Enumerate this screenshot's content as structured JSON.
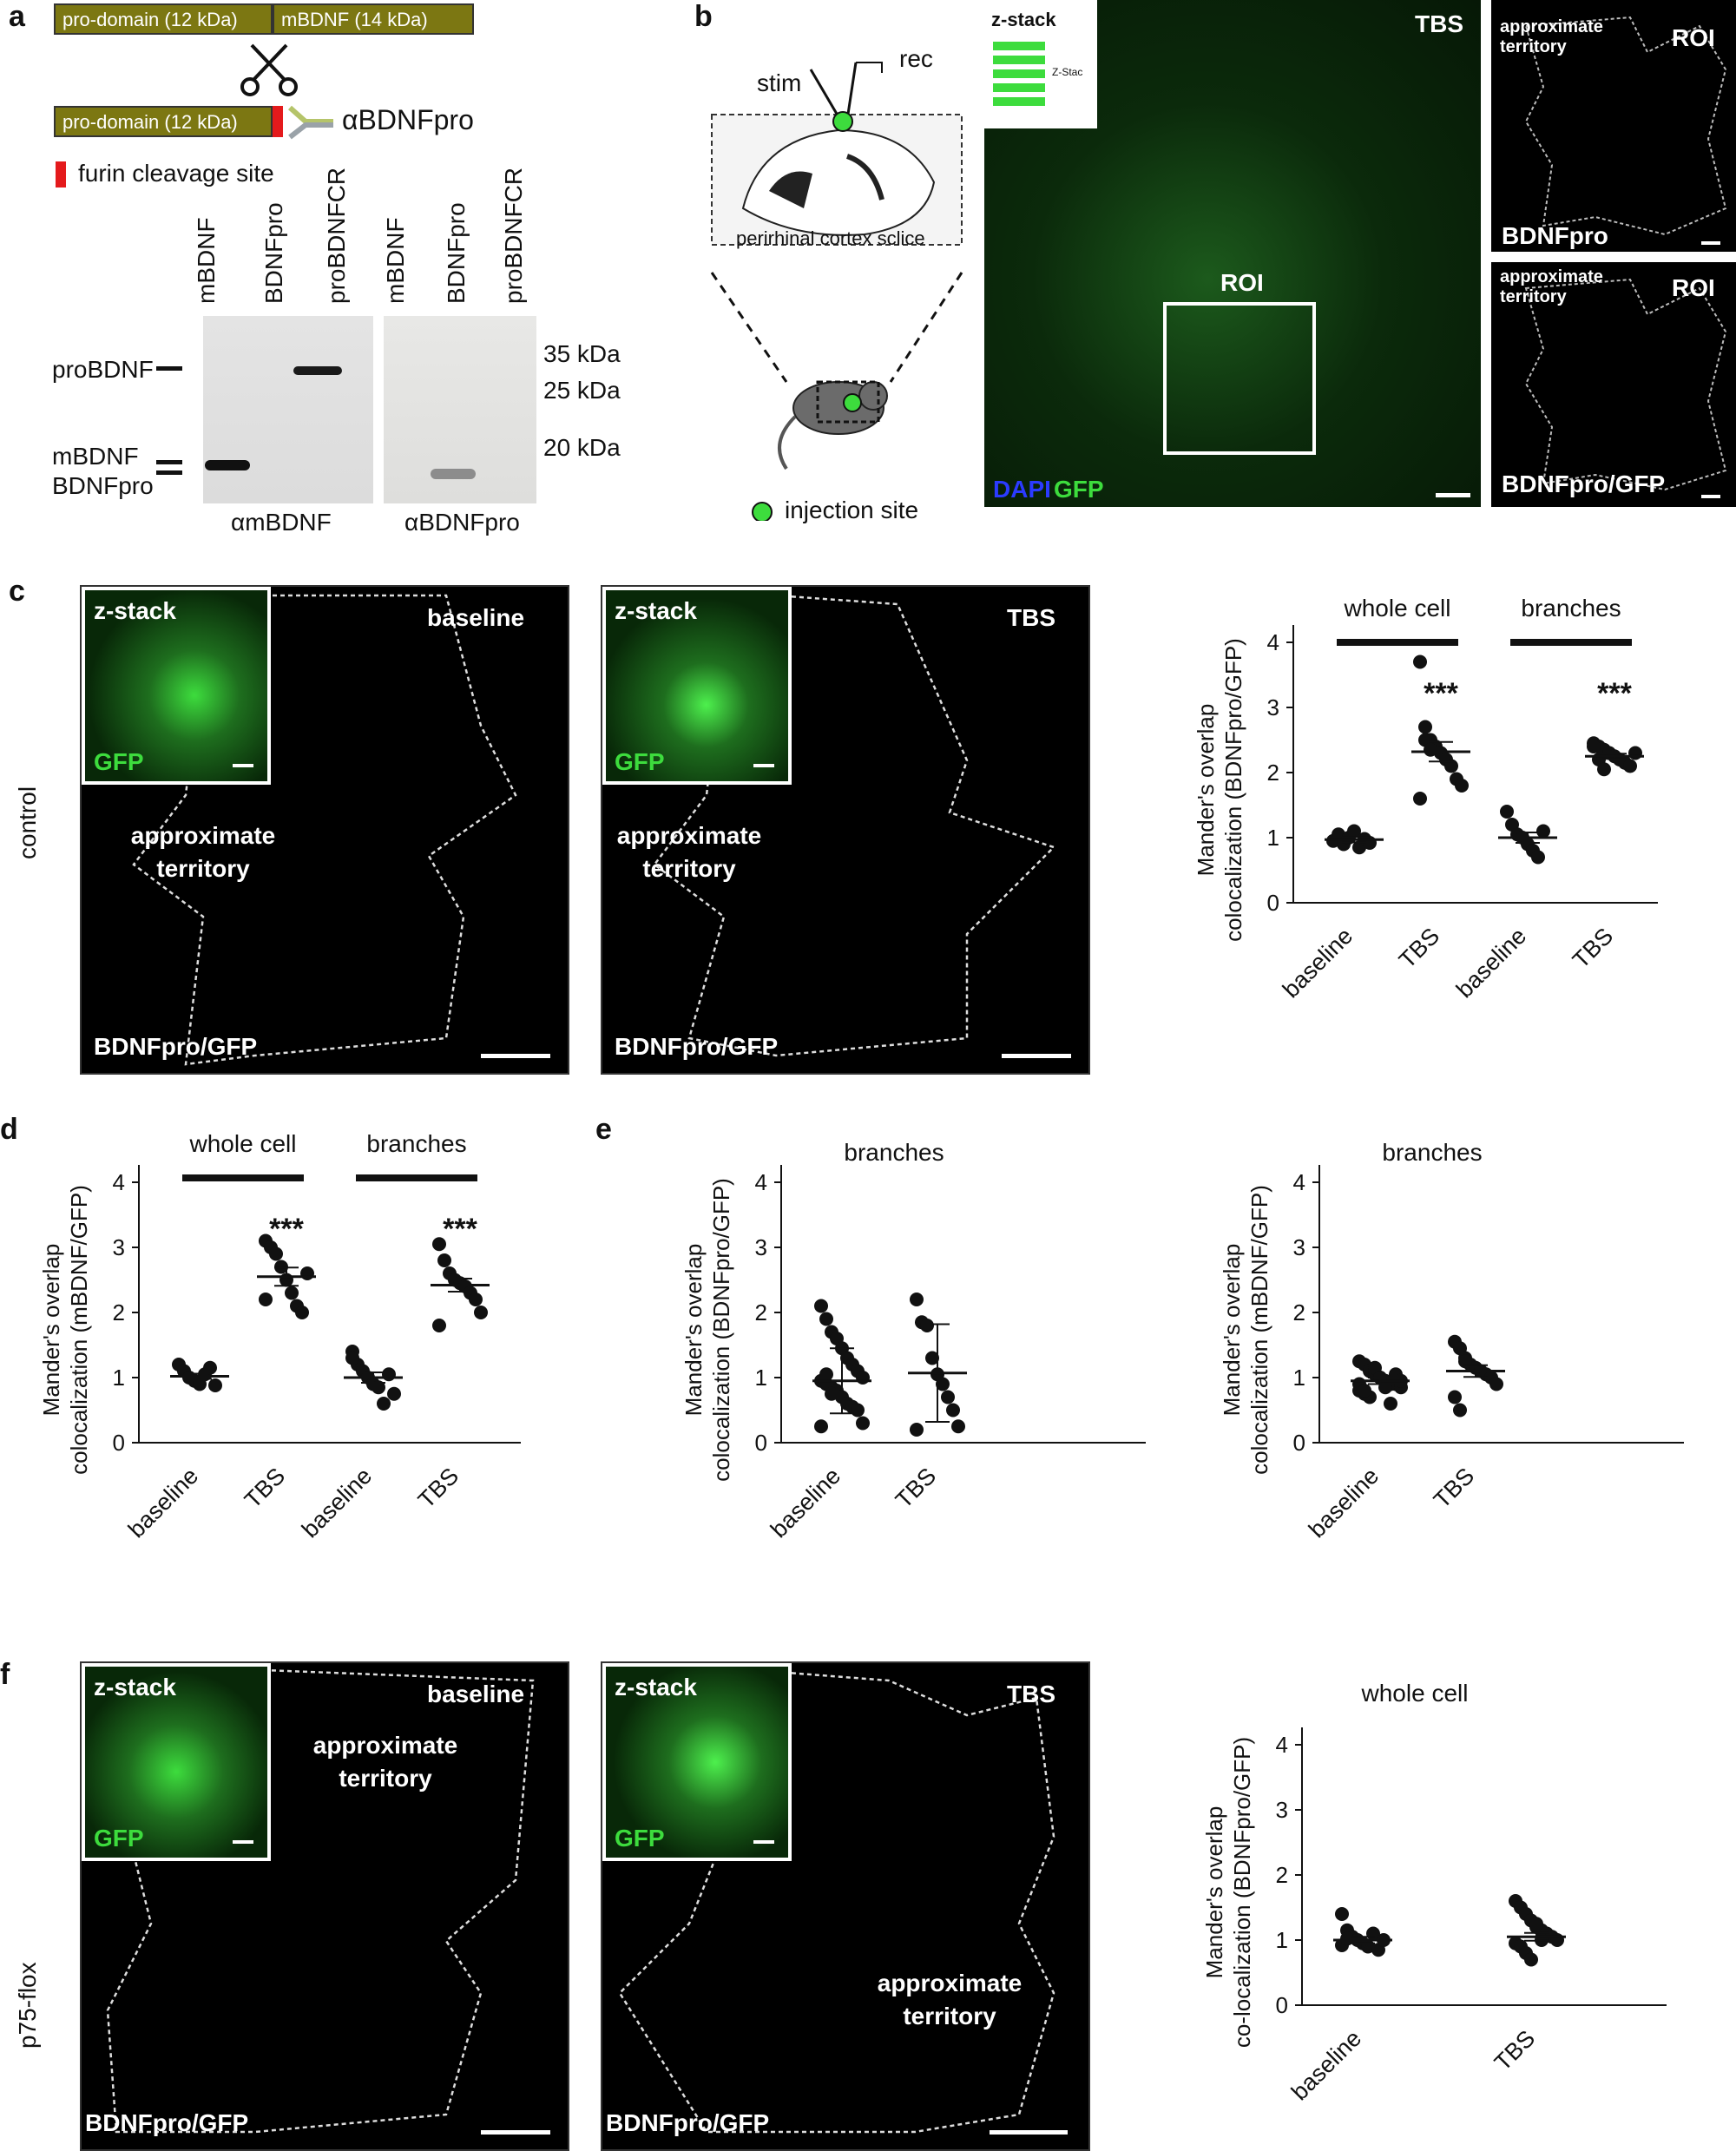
{
  "panel_labels": {
    "a": "a",
    "b": "b",
    "c": "c",
    "d": "d",
    "e": "e",
    "f": "f"
  },
  "panel_a": {
    "prodomain1": "pro-domain (12 kDa)",
    "mbdnf_domain": "mBDNF (14 kDa)",
    "prodomain2": "pro-domain (12 kDa)",
    "antibody": "αBDNFpro",
    "furin_legend": "furin cleavage site",
    "lanes": [
      "mBDNF",
      "BDNFpro",
      "proBDNFCR",
      "mBDNF",
      "BDNFpro",
      "proBDNFCR"
    ],
    "row_labels": [
      "proBDNF",
      "mBDNF",
      "BDNFpro"
    ],
    "markers": [
      "35 kDa",
      "25 kDa",
      "20 kDa"
    ],
    "blot_labels": [
      "αmBDNF",
      "αBDNFpro"
    ],
    "colors": {
      "domain": "#7c7712",
      "furin": "#e41a1c"
    }
  },
  "panel_b": {
    "stim": "stim",
    "rec": "rec",
    "slice_label": "perirhinal cortex sclice",
    "injection": "injection site",
    "zstack": "z-stack",
    "zstack_small": "Z-Stac",
    "tbs": "TBS",
    "roi": "ROI",
    "dapi": "DAPI",
    "gfp": "GFP",
    "approx": "approximate territory",
    "bdnfpro": "BDNFpro",
    "bdnfpro_gfp": "BDNFpro/GFP"
  },
  "panel_c": {
    "side_label": "control",
    "img1": {
      "zstack": "z-stack",
      "gfp": "GFP",
      "cond": "baseline",
      "approx": "approximate territory",
      "channel": "BDNFpro/GFP"
    },
    "img2": {
      "zstack": "z-stack",
      "gfp": "GFP",
      "cond": "TBS",
      "approx": "approximate territory",
      "channel": "BDNFpro/GFP"
    }
  },
  "panel_f": {
    "side_label": "p75-flox",
    "img1": {
      "zstack": "z-stack",
      "gfp": "GFP",
      "cond": "baseline",
      "approx": "approximate territory",
      "channel": "BDNFpro/GFP"
    },
    "img2": {
      "zstack": "z-stack",
      "gfp": "GFP",
      "cond": "TBS",
      "approx": "approximate territory",
      "channel": "BDNFpro/GFP"
    }
  },
  "chart_data": [
    {
      "id": "c",
      "type": "scatter",
      "ylabel": [
        "Mander's overlap",
        "colocalization (BDNFpro/GFP)"
      ],
      "ylim": [
        0,
        4
      ],
      "yticks": [
        0,
        1,
        2,
        3,
        4
      ],
      "categories": [
        "baseline",
        "TBS",
        "baseline",
        "TBS"
      ],
      "groups": [
        {
          "label": "whole cell",
          "span": [
            0,
            1
          ]
        },
        {
          "label": "branches",
          "span": [
            2,
            3
          ]
        }
      ],
      "significance": [
        "",
        "***",
        "",
        "***"
      ],
      "means": [
        0.97,
        2.32,
        1.0,
        2.25
      ],
      "points": [
        [
          0.95,
          1.05,
          0.9,
          1.0,
          1.1,
          0.85,
          0.98,
          0.92
        ],
        [
          3.7,
          2.7,
          2.5,
          2.4,
          2.3,
          2.2,
          2.1,
          1.9,
          1.8,
          1.6,
          2.5,
          2.35
        ],
        [
          1.4,
          1.2,
          1.05,
          1.0,
          0.9,
          0.8,
          0.7,
          1.1
        ],
        [
          2.45,
          2.4,
          2.35,
          2.3,
          2.25,
          2.2,
          2.15,
          2.1,
          2.3,
          2.4,
          2.2,
          2.05
        ]
      ],
      "err": [
        0.04,
        0.15,
        0.08,
        0.04
      ]
    },
    {
      "id": "d",
      "type": "scatter",
      "ylabel": [
        "Mander's overlap",
        "colocalization (mBDNF/GFP)"
      ],
      "ylim": [
        0,
        4
      ],
      "yticks": [
        0,
        1,
        2,
        3,
        4
      ],
      "categories": [
        "baseline",
        "TBS",
        "baseline",
        "TBS"
      ],
      "groups": [
        {
          "label": "whole cell",
          "span": [
            0,
            1
          ]
        },
        {
          "label": "branches",
          "span": [
            2,
            3
          ]
        }
      ],
      "significance": [
        "",
        "***",
        "",
        "***"
      ],
      "means": [
        1.02,
        2.55,
        1.0,
        2.42
      ],
      "points": [
        [
          1.2,
          1.1,
          1.0,
          0.95,
          0.9,
          1.05,
          1.15,
          0.88
        ],
        [
          3.1,
          3.0,
          2.9,
          2.7,
          2.5,
          2.3,
          2.1,
          2.0,
          2.6,
          2.2
        ],
        [
          1.4,
          1.2,
          1.1,
          1.0,
          0.9,
          0.85,
          0.6,
          1.05,
          0.75,
          1.3
        ],
        [
          3.05,
          2.8,
          2.6,
          2.5,
          2.45,
          2.4,
          2.3,
          2.2,
          2.0,
          1.8
        ]
      ],
      "err": [
        0.04,
        0.14,
        0.08,
        0.1
      ]
    },
    {
      "id": "e1",
      "type": "scatter",
      "ylabel": [
        "Mander's overlap",
        "colocalization (BDNFpro/GFP)"
      ],
      "title": "branches",
      "ylim": [
        0,
        4
      ],
      "yticks": [
        0,
        1,
        2,
        3,
        4
      ],
      "categories": [
        "baseline",
        "TBS"
      ],
      "means": [
        0.95,
        1.07
      ],
      "points": [
        [
          2.1,
          1.9,
          1.7,
          1.6,
          1.45,
          1.3,
          1.2,
          1.1,
          1.0,
          0.95,
          0.9,
          0.85,
          0.8,
          0.7,
          0.6,
          0.55,
          0.5,
          0.3,
          0.25,
          1.05,
          0.75
        ],
        [
          2.2,
          1.85,
          1.8,
          1.3,
          1.05,
          0.9,
          0.7,
          0.5,
          0.25,
          0.2
        ]
      ],
      "err": [
        0.5,
        0.75
      ]
    },
    {
      "id": "e2",
      "type": "scatter",
      "ylabel": [
        "Mander's overlap",
        "colocalization (mBDNF/GFP)"
      ],
      "title": "branches",
      "ylim": [
        0,
        4
      ],
      "yticks": [
        0,
        1,
        2,
        3,
        4
      ],
      "categories": [
        "baseline",
        "TBS"
      ],
      "means": [
        0.95,
        1.1
      ],
      "points": [
        [
          1.25,
          1.2,
          1.1,
          1.05,
          1.0,
          0.95,
          0.9,
          0.9,
          0.85,
          0.8,
          0.75,
          0.7,
          1.15,
          1.0,
          0.85,
          0.6,
          1.05,
          0.95,
          0.9,
          0.8
        ],
        [
          1.55,
          1.45,
          1.3,
          1.2,
          1.15,
          1.1,
          1.05,
          1.0,
          0.9,
          0.7,
          0.5,
          1.25
        ]
      ],
      "err": [
        0.05,
        0.09
      ]
    },
    {
      "id": "f",
      "type": "scatter",
      "ylabel": [
        "Mander's overlap",
        "co-localization (BDNFpro/GFP)"
      ],
      "title": "whole cell",
      "ylim": [
        0,
        4
      ],
      "yticks": [
        0,
        1,
        2,
        3,
        4
      ],
      "categories": [
        "baseline",
        "TBS"
      ],
      "means": [
        1.0,
        1.05
      ],
      "points": [
        [
          1.4,
          1.15,
          1.05,
          1.0,
          0.95,
          0.9,
          1.1,
          0.85,
          1.0,
          0.92,
          1.02
        ],
        [
          1.6,
          1.5,
          1.4,
          1.3,
          1.2,
          1.15,
          1.1,
          1.05,
          1.0,
          0.95,
          0.9,
          0.8,
          0.7,
          1.25,
          1.0
        ]
      ],
      "err": [
        0.05,
        0.06
      ]
    }
  ]
}
